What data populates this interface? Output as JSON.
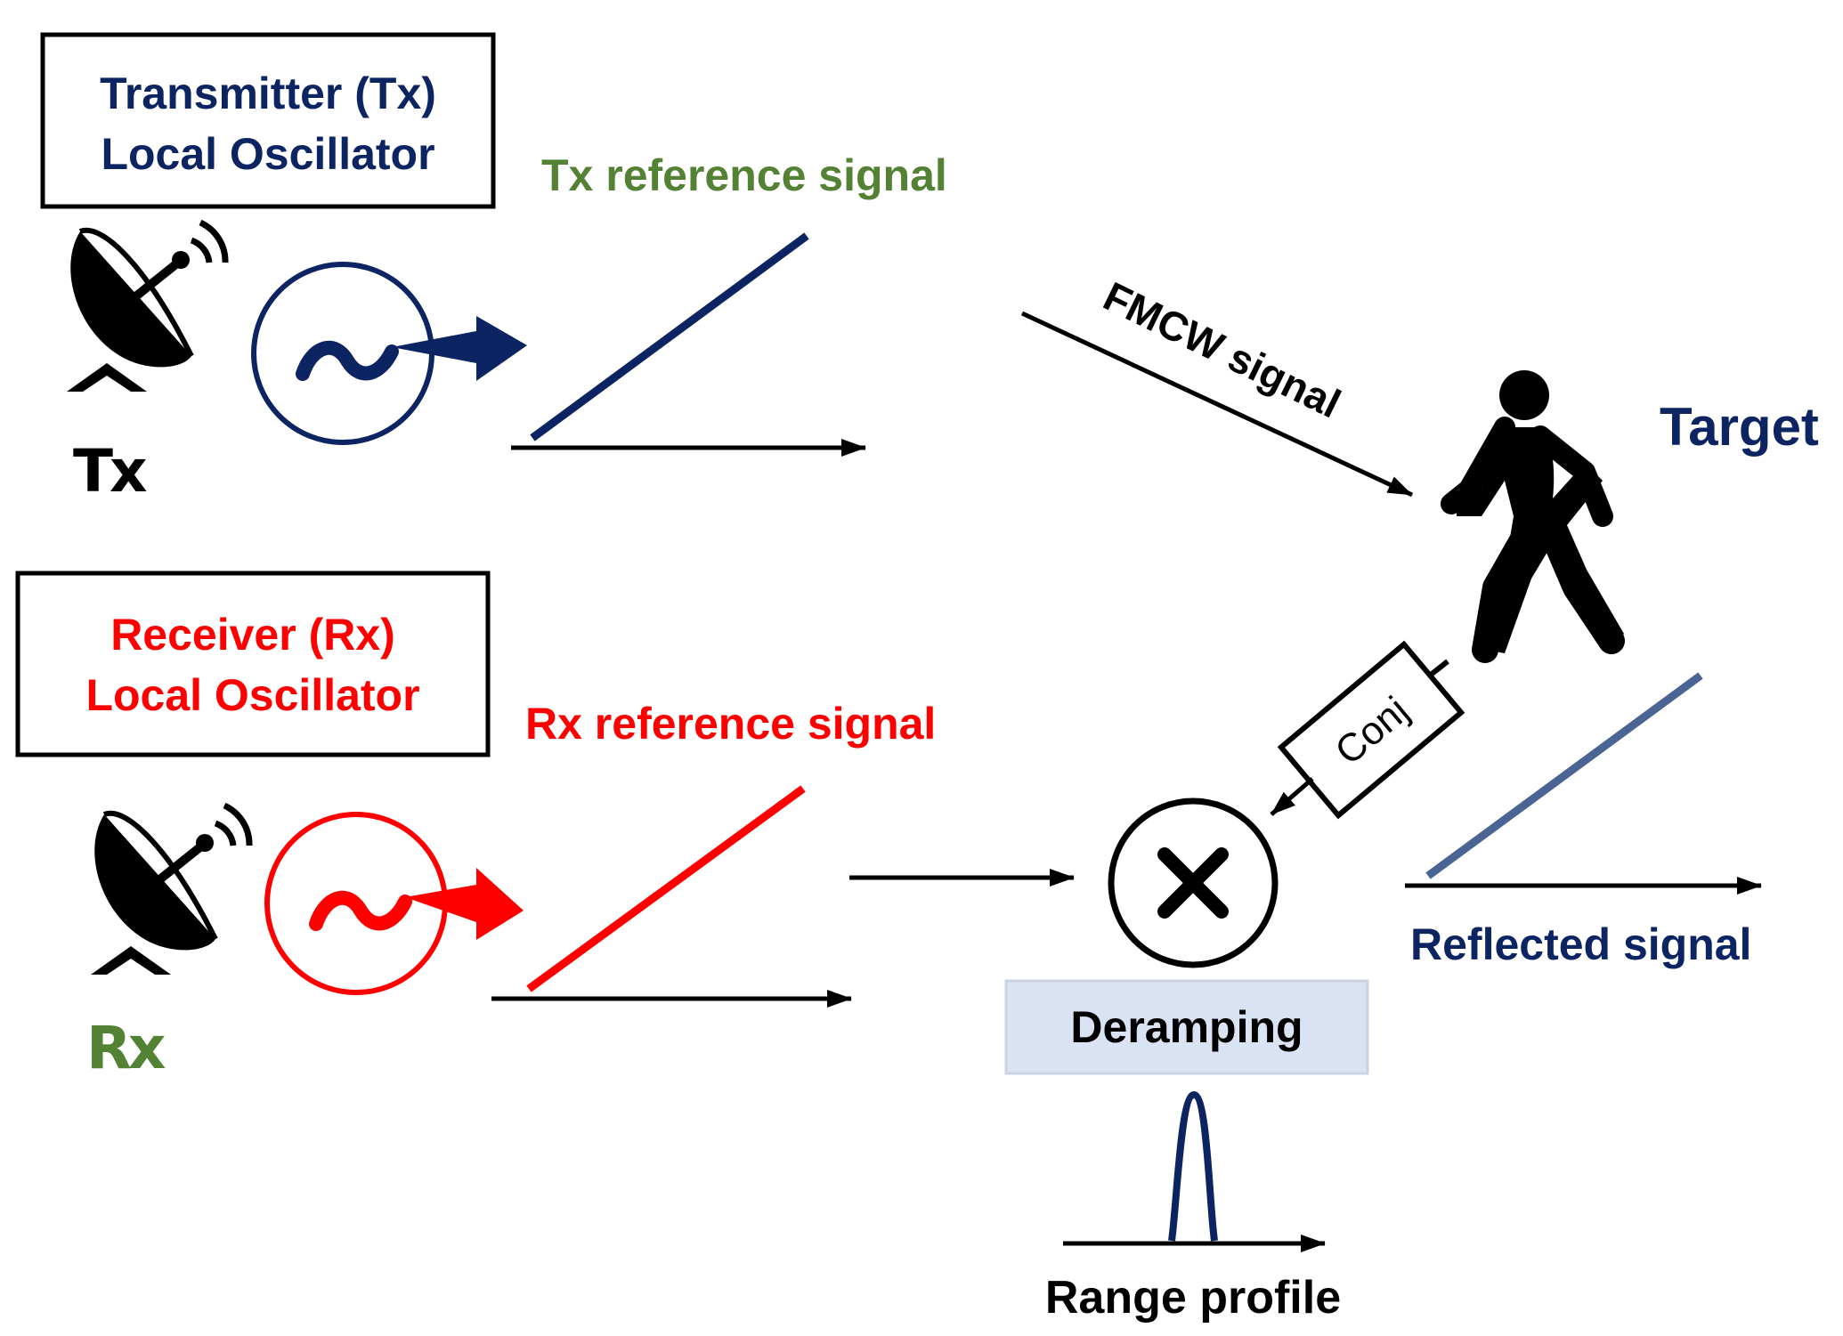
{
  "tx_box": {
    "line1": "Transmitter (Tx)",
    "line2": "Local Oscillator"
  },
  "rx_box": {
    "line1": "Receiver (Rx)",
    "line2": "Local Oscillator"
  },
  "tx_label": "Tx",
  "rx_label": "Rx",
  "tx_ref_label": "Tx reference signal",
  "rx_ref_label": "Rx reference signal",
  "fmcw_label": "FMCW signal",
  "target_label": "Target",
  "conj_label": "Conj",
  "reflected_label": "Reflected signal",
  "deramping_label": "Deramping",
  "range_profile_label": "Range profile",
  "oscillator_symbol": "~",
  "colors": {
    "navy": "#0d2463",
    "green": "#548235",
    "red": "#ff0000",
    "black": "#000000",
    "steel": "#4a6494",
    "deramp_fill": "#dae3f3"
  },
  "icons": [
    "satellite-dish-icon",
    "oscillator-icon",
    "mixer-icon",
    "walking-person-icon"
  ]
}
